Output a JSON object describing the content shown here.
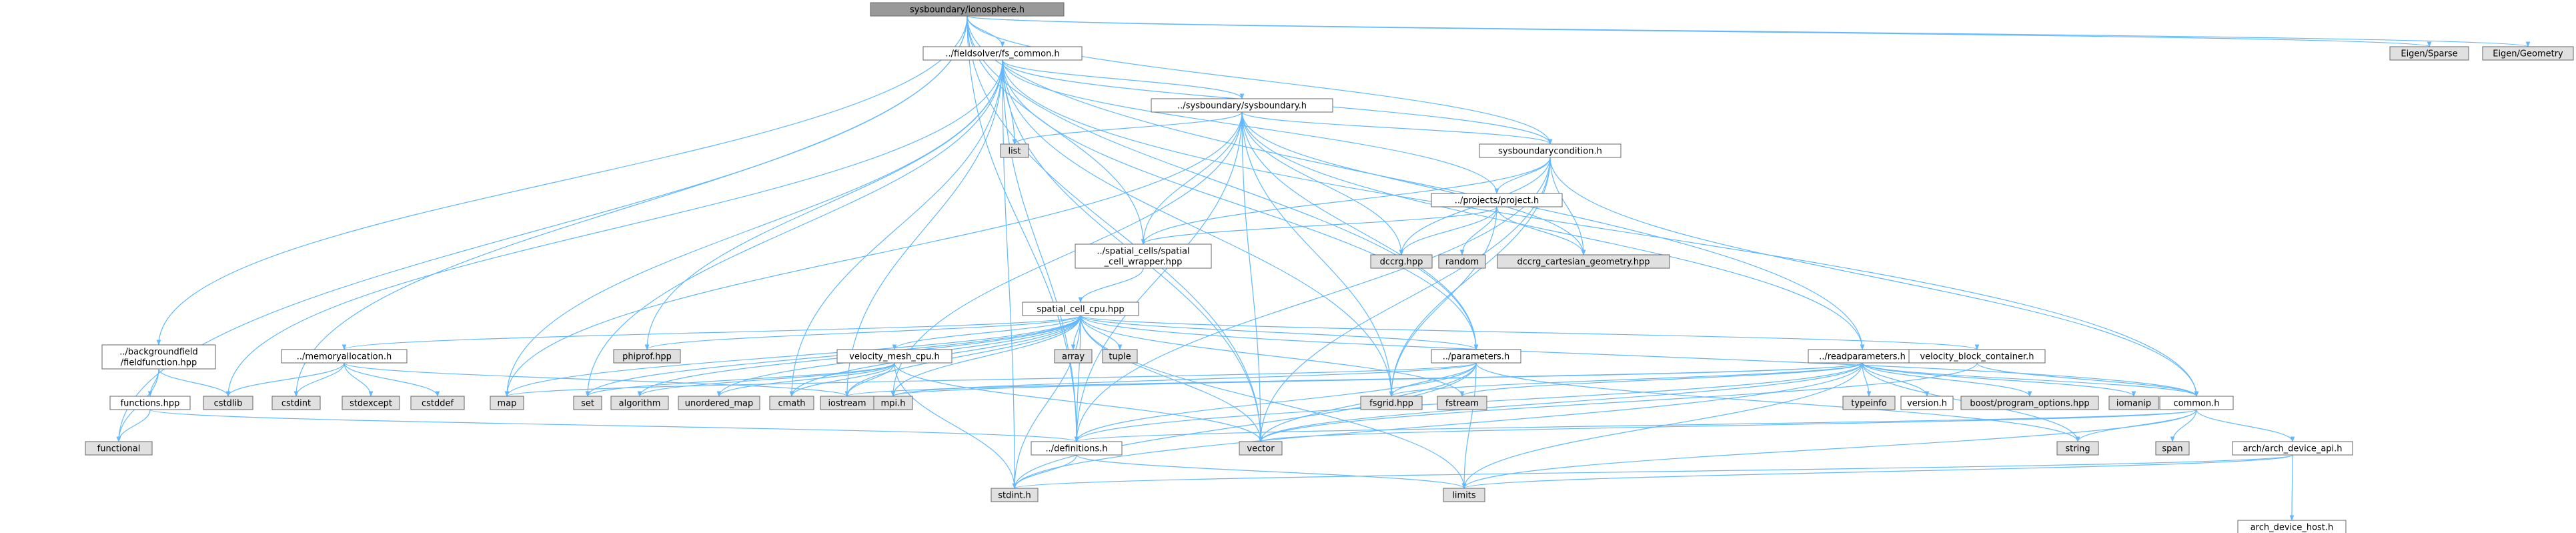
{
  "colors": {
    "root_fill": "#999999",
    "file_fill": "#ffffff",
    "system_fill": "#e0e0e0",
    "truncated_border": "#ff0000",
    "node_border": "#666666",
    "edge": "#63b8ff"
  },
  "nodes": [
    {
      "id": "root",
      "lines": [
        "sysboundary/ionosphere.h"
      ],
      "kind": "root"
    },
    {
      "id": "eigen_sparse",
      "lines": [
        "Eigen/Sparse"
      ],
      "kind": "system"
    },
    {
      "id": "eigen_geometry",
      "lines": [
        "Eigen/Geometry"
      ],
      "kind": "system"
    },
    {
      "id": "fs_common",
      "lines": [
        "../fieldsolver/fs_common.h"
      ],
      "kind": "file"
    },
    {
      "id": "sysboundary",
      "lines": [
        "../sysboundary/sysboundary.h"
      ],
      "kind": "file"
    },
    {
      "id": "list",
      "lines": [
        "list"
      ],
      "kind": "system"
    },
    {
      "id": "sysbc",
      "lines": [
        "sysboundarycondition.h"
      ],
      "kind": "file"
    },
    {
      "id": "project",
      "lines": [
        "../projects/project.h"
      ],
      "kind": "file"
    },
    {
      "id": "dccrg",
      "lines": [
        "dccrg.hpp"
      ],
      "kind": "system"
    },
    {
      "id": "random",
      "lines": [
        "random"
      ],
      "kind": "system"
    },
    {
      "id": "dccrg_cart",
      "lines": [
        "dccrg_cartesian_geometry.hpp"
      ],
      "kind": "system"
    },
    {
      "id": "wrapper",
      "lines": [
        "../spatial_cells/spatial",
        "_cell_wrapper.hpp"
      ],
      "kind": "file"
    },
    {
      "id": "cellcpu",
      "lines": [
        "spatial_cell_cpu.hpp"
      ],
      "kind": "file"
    },
    {
      "id": "bgfield",
      "lines": [
        "../backgroundfield",
        "/fieldfunction.hpp"
      ],
      "kind": "file"
    },
    {
      "id": "memalloc",
      "lines": [
        "../memoryallocation.h"
      ],
      "kind": "truncated"
    },
    {
      "id": "phiprof",
      "lines": [
        "phiprof.hpp"
      ],
      "kind": "system"
    },
    {
      "id": "vmesh",
      "lines": [
        "velocity_mesh_cpu.h"
      ],
      "kind": "truncated"
    },
    {
      "id": "array",
      "lines": [
        "array"
      ],
      "kind": "system"
    },
    {
      "id": "tuple",
      "lines": [
        "tuple"
      ],
      "kind": "system"
    },
    {
      "id": "parameters",
      "lines": [
        "../parameters.h"
      ],
      "kind": "file"
    },
    {
      "id": "readparams",
      "lines": [
        "../readparameters.h"
      ],
      "kind": "file"
    },
    {
      "id": "vbc",
      "lines": [
        "velocity_block_container.h"
      ],
      "kind": "truncated"
    },
    {
      "id": "functions",
      "lines": [
        "functions.hpp"
      ],
      "kind": "file"
    },
    {
      "id": "cstdlib",
      "lines": [
        "cstdlib"
      ],
      "kind": "system"
    },
    {
      "id": "cstdint",
      "lines": [
        "cstdint"
      ],
      "kind": "system"
    },
    {
      "id": "stdexcept",
      "lines": [
        "stdexcept"
      ],
      "kind": "system"
    },
    {
      "id": "cstddef",
      "lines": [
        "cstddef"
      ],
      "kind": "system"
    },
    {
      "id": "map",
      "lines": [
        "map"
      ],
      "kind": "system"
    },
    {
      "id": "set",
      "lines": [
        "set"
      ],
      "kind": "system"
    },
    {
      "id": "algorithm",
      "lines": [
        "algorithm"
      ],
      "kind": "system"
    },
    {
      "id": "unordered_map",
      "lines": [
        "unordered_map"
      ],
      "kind": "system"
    },
    {
      "id": "cmath",
      "lines": [
        "cmath"
      ],
      "kind": "system"
    },
    {
      "id": "iostream",
      "lines": [
        "iostream"
      ],
      "kind": "system"
    },
    {
      "id": "mpi",
      "lines": [
        "mpi.h"
      ],
      "kind": "system"
    },
    {
      "id": "fsgrid",
      "lines": [
        "fsgrid.hpp"
      ],
      "kind": "system"
    },
    {
      "id": "fstream",
      "lines": [
        "fstream"
      ],
      "kind": "system"
    },
    {
      "id": "typeinfo",
      "lines": [
        "typeinfo"
      ],
      "kind": "system"
    },
    {
      "id": "version",
      "lines": [
        "version.h"
      ],
      "kind": "file"
    },
    {
      "id": "boostpo",
      "lines": [
        "boost/program_options.hpp"
      ],
      "kind": "system"
    },
    {
      "id": "iomanip",
      "lines": [
        "iomanip"
      ],
      "kind": "system"
    },
    {
      "id": "common",
      "lines": [
        "common.h"
      ],
      "kind": "file"
    },
    {
      "id": "functional",
      "lines": [
        "functional"
      ],
      "kind": "system"
    },
    {
      "id": "definitions",
      "lines": [
        "../definitions.h"
      ],
      "kind": "file"
    },
    {
      "id": "vector",
      "lines": [
        "vector"
      ],
      "kind": "system"
    },
    {
      "id": "string",
      "lines": [
        "string"
      ],
      "kind": "system"
    },
    {
      "id": "span",
      "lines": [
        "span"
      ],
      "kind": "system"
    },
    {
      "id": "archapi",
      "lines": [
        "arch/arch_device_api.h"
      ],
      "kind": "file"
    },
    {
      "id": "stdint",
      "lines": [
        "stdint.h"
      ],
      "kind": "system"
    },
    {
      "id": "limits",
      "lines": [
        "limits"
      ],
      "kind": "system"
    },
    {
      "id": "archhost",
      "lines": [
        "arch_device_host.h"
      ],
      "kind": "file"
    }
  ],
  "edges": [
    [
      "root",
      "fs_common"
    ],
    [
      "root",
      "sysbc"
    ],
    [
      "root",
      "bgfield"
    ],
    [
      "root",
      "wrapper"
    ],
    [
      "root",
      "readparams"
    ],
    [
      "root",
      "parameters"
    ],
    [
      "root",
      "definitions"
    ],
    [
      "root",
      "functional"
    ],
    [
      "root",
      "cstdint"
    ],
    [
      "root",
      "vector"
    ],
    [
      "root",
      "eigen_sparse"
    ],
    [
      "root",
      "eigen_geometry"
    ],
    [
      "fs_common",
      "sysboundary"
    ],
    [
      "fs_common",
      "sysbc"
    ],
    [
      "fs_common",
      "list"
    ],
    [
      "fs_common",
      "project"
    ],
    [
      "fs_common",
      "parameters"
    ],
    [
      "fs_common",
      "common"
    ],
    [
      "fs_common",
      "vector"
    ],
    [
      "fs_common",
      "map"
    ],
    [
      "fs_common",
      "set"
    ],
    [
      "fs_common",
      "cmath"
    ],
    [
      "fs_common",
      "iostream"
    ],
    [
      "fs_common",
      "fsgrid"
    ],
    [
      "fs_common",
      "phiprof"
    ],
    [
      "fs_common",
      "definitions"
    ],
    [
      "fs_common",
      "cstdlib"
    ],
    [
      "fs_common",
      "stdint"
    ],
    [
      "sysboundary",
      "list"
    ],
    [
      "sysboundary",
      "sysbc"
    ],
    [
      "sysboundary",
      "wrapper"
    ],
    [
      "sysboundary",
      "dccrg"
    ],
    [
      "sysboundary",
      "dccrg_cart"
    ],
    [
      "sysboundary",
      "parameters"
    ],
    [
      "sysboundary",
      "readparams"
    ],
    [
      "sysboundary",
      "map"
    ],
    [
      "sysboundary",
      "mpi"
    ],
    [
      "sysboundary",
      "vector"
    ],
    [
      "sysboundary",
      "definitions"
    ],
    [
      "sysboundary",
      "fsgrid"
    ],
    [
      "sysbc",
      "project"
    ],
    [
      "sysbc",
      "dccrg"
    ],
    [
      "sysbc",
      "dccrg_cart"
    ],
    [
      "sysbc",
      "wrapper"
    ],
    [
      "sysbc",
      "fsgrid"
    ],
    [
      "sysbc",
      "vector"
    ],
    [
      "sysbc",
      "definitions"
    ],
    [
      "sysbc",
      "common"
    ],
    [
      "project",
      "random"
    ],
    [
      "project",
      "dccrg_cart"
    ],
    [
      "project",
      "dccrg"
    ],
    [
      "project",
      "wrapper"
    ],
    [
      "project",
      "fsgrid"
    ],
    [
      "wrapper",
      "cellcpu"
    ],
    [
      "cellcpu",
      "memalloc"
    ],
    [
      "cellcpu",
      "phiprof"
    ],
    [
      "cellcpu",
      "vmesh"
    ],
    [
      "cellcpu",
      "array"
    ],
    [
      "cellcpu",
      "tuple"
    ],
    [
      "cellcpu",
      "parameters"
    ],
    [
      "cellcpu",
      "vbc"
    ],
    [
      "cellcpu",
      "common"
    ],
    [
      "cellcpu",
      "definitions"
    ],
    [
      "cellcpu",
      "map"
    ],
    [
      "cellcpu",
      "set"
    ],
    [
      "cellcpu",
      "algorithm"
    ],
    [
      "cellcpu",
      "unordered_map"
    ],
    [
      "cellcpu",
      "cmath"
    ],
    [
      "cellcpu",
      "iostream"
    ],
    [
      "cellcpu",
      "mpi"
    ],
    [
      "cellcpu",
      "fstream"
    ],
    [
      "cellcpu",
      "vector"
    ],
    [
      "cellcpu",
      "limits"
    ],
    [
      "cellcpu",
      "stdint"
    ],
    [
      "bgfield",
      "functions"
    ],
    [
      "bgfield",
      "cstdlib"
    ],
    [
      "bgfield",
      "functional"
    ],
    [
      "functions",
      "functional"
    ],
    [
      "functions",
      "definitions"
    ],
    [
      "memalloc",
      "cstdlib"
    ],
    [
      "memalloc",
      "cstdint"
    ],
    [
      "memalloc",
      "stdexcept"
    ],
    [
      "memalloc",
      "cstddef"
    ],
    [
      "memalloc",
      "iostream"
    ],
    [
      "vmesh",
      "algorithm"
    ],
    [
      "vmesh",
      "unordered_map"
    ],
    [
      "vmesh",
      "set"
    ],
    [
      "vmesh",
      "cmath"
    ],
    [
      "vmesh",
      "stdint"
    ],
    [
      "vmesh",
      "vector"
    ],
    [
      "vmesh",
      "iostream"
    ],
    [
      "parameters",
      "definitions"
    ],
    [
      "parameters",
      "mpi"
    ],
    [
      "parameters",
      "fsgrid"
    ],
    [
      "parameters",
      "vector"
    ],
    [
      "parameters",
      "string"
    ],
    [
      "parameters",
      "limits"
    ],
    [
      "parameters",
      "map"
    ],
    [
      "parameters",
      "stdint"
    ],
    [
      "readparams",
      "typeinfo"
    ],
    [
      "readparams",
      "version"
    ],
    [
      "readparams",
      "boostpo"
    ],
    [
      "readparams",
      "iomanip"
    ],
    [
      "readparams",
      "common"
    ],
    [
      "readparams",
      "mpi"
    ],
    [
      "readparams",
      "fsgrid"
    ],
    [
      "readparams",
      "fstream"
    ],
    [
      "readparams",
      "iostream"
    ],
    [
      "readparams",
      "string"
    ],
    [
      "readparams",
      "vector"
    ],
    [
      "readparams",
      "limits"
    ],
    [
      "readparams",
      "stdint"
    ],
    [
      "readparams",
      "definitions"
    ],
    [
      "vbc",
      "common"
    ],
    [
      "vbc",
      "vector"
    ],
    [
      "common",
      "vector"
    ],
    [
      "common",
      "string"
    ],
    [
      "common",
      "span"
    ],
    [
      "common",
      "archapi"
    ],
    [
      "common",
      "limits"
    ],
    [
      "common",
      "definitions"
    ],
    [
      "archapi",
      "archhost"
    ],
    [
      "archapi",
      "stdint"
    ],
    [
      "archapi",
      "limits"
    ],
    [
      "definitions",
      "stdint"
    ],
    [
      "definitions",
      "limits"
    ]
  ]
}
